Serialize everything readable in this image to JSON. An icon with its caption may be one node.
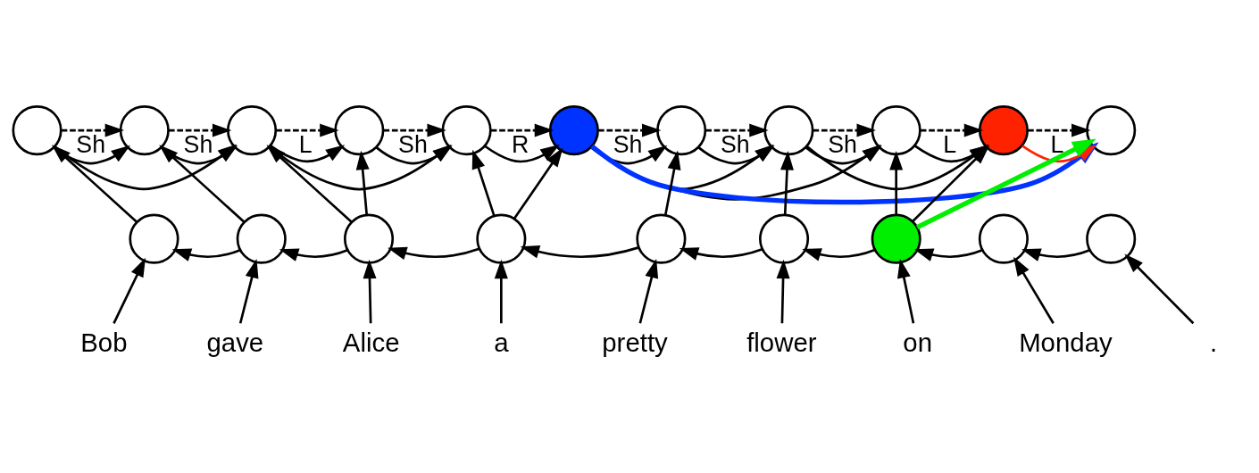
{
  "diagram": {
    "nodes": [
      {
        "text": [],
        "shape": "circle"
      },
      {
        "text": [],
        "shape": "circle"
      },
      {
        "text": [],
        "shape": "circle"
      },
      {
        "text": [],
        "shape": "circle"
      },
      {
        "text": [],
        "shape": "circle"
      },
      {
        "text": [],
        "shape": "circle"
      },
      {
        "text": [],
        "shape": "circle"
      },
      {
        "text": [],
        "shape": "circle"
      },
      {
        "text": [],
        "shape": "circle"
      },
      {
        "text": [],
        "shape": "circle"
      },
      {
        "text": [],
        "shape": "circle"
      },
      {
        "text": [],
        "shape": "circle"
      },
      {
        "text": [],
        "shape": "circle"
      },
      {
        "text": [],
        "shape": "circle"
      },
      {
        "text": [],
        "shape": "circle"
      },
      {
        "text": [],
        "shape": "circle"
      },
      {
        "text": [],
        "shape": "circle"
      },
      {
        "text": [],
        "shape": "circle"
      },
      {
        "text": [],
        "shape": "circle"
      },
      {
        "text": [],
        "shape": "circle"
      },
      {
        "text": [
          "Bob"
        ]
      },
      {
        "text": [
          "gave"
        ]
      },
      {
        "text": [
          "Alice"
        ]
      },
      {
        "text": [
          "a"
        ]
      },
      {
        "text": [
          "pretty"
        ]
      },
      {
        "text": [
          "flower"
        ]
      },
      {
        "text": [
          "on"
        ]
      },
      {
        "text": [
          "Monday"
        ]
      },
      {
        "text": [
          "."
        ]
      }
    ],
    "edges": [
      {
        "from": 0,
        "to": 1,
        "arrow": "to",
        "style": "dashed",
        "label": "Sh"
      },
      {
        "from": 1,
        "to": 2,
        "arrow": "to",
        "style": "dashed",
        "label": "Sh"
      },
      {
        "from": 2,
        "to": 3,
        "arrow": "to",
        "style": "dashed",
        "label": "L"
      },
      {
        "from": 3,
        "to": 4,
        "arrow": "to",
        "style": "dashed",
        "label": "Sh"
      },
      {
        "from": 4,
        "to": 5,
        "arrow": "to",
        "style": "dashed",
        "label": "R"
      },
      {
        "from": 5,
        "to": 6,
        "arrow": "to",
        "style": "dashed",
        "label": "Sh"
      },
      {
        "from": 6,
        "to": 7,
        "arrow": "to",
        "style": "dashed",
        "label": "Sh"
      },
      {
        "from": 7,
        "to": 8,
        "arrow": "to",
        "style": "dashed",
        "label": "Sh"
      },
      {
        "from": 8,
        "to": 9,
        "arrow": "to",
        "style": "dashed",
        "label": "L"
      },
      {
        "from": 9,
        "to": 10,
        "arrow": "to",
        "style": "dashed",
        "label": "L"
      },
      {
        "from": 0,
        "to": 1,
        "arrow": "to"
      },
      {
        "from": 1,
        "to": 2,
        "arrow": "to"
      },
      {
        "from": 2,
        "to": 3,
        "arrow": "to"
      },
      {
        "from": 3,
        "to": 4,
        "arrow": "to"
      },
      {
        "from": 4,
        "to": 5,
        "arrow": "to"
      },
      {
        "from": 5,
        "to": 6,
        "arrow": "to"
      },
      {
        "from": 6,
        "to": 7,
        "arrow": "to"
      },
      {
        "from": 7,
        "to": 8,
        "arrow": "to"
      },
      {
        "from": 8,
        "to": 9,
        "arrow": "to"
      },
      {
        "from": 9,
        "to": 10,
        "arrow": "to",
        "color": "#ff2200"
      },
      {
        "from": 0,
        "to": 2,
        "arrow": "to"
      },
      {
        "from": 2,
        "to": 4,
        "arrow": "to"
      },
      {
        "from": 5,
        "to": 7,
        "arrow": "to"
      },
      {
        "from": 5,
        "to": 8,
        "arrow": "to"
      },
      {
        "from": 7,
        "to": 9,
        "arrow": "to"
      },
      {
        "from": 5,
        "to": 10,
        "arrow": "to",
        "style": "thick",
        "color": "#0033ff"
      },
      {
        "from": 11,
        "to": 0,
        "arrow": "to"
      },
      {
        "from": 12,
        "to": 1,
        "arrow": "to"
      },
      {
        "from": 13,
        "to": 2,
        "arrow": "to"
      },
      {
        "from": 13,
        "to": 3,
        "arrow": "to"
      },
      {
        "from": 14,
        "to": 4,
        "arrow": "to"
      },
      {
        "from": 14,
        "to": 5,
        "arrow": "to"
      },
      {
        "from": 15,
        "to": 6,
        "arrow": "to"
      },
      {
        "from": 16,
        "to": 7,
        "arrow": "to"
      },
      {
        "from": 17,
        "to": 8,
        "arrow": "to"
      },
      {
        "from": 17,
        "to": 9,
        "arrow": "to"
      },
      {
        "from": 17,
        "to": 10,
        "arrow": "to",
        "style": "thick",
        "color": "#00ee00"
      },
      {
        "from": 12,
        "to": 11,
        "arrow": "to"
      },
      {
        "from": 13,
        "to": 12,
        "arrow": "to"
      },
      {
        "from": 14,
        "to": 13,
        "arrow": "to"
      },
      {
        "from": 15,
        "to": 14,
        "arrow": "to"
      },
      {
        "from": 16,
        "to": 15,
        "arrow": "to"
      },
      {
        "from": 17,
        "to": 16,
        "arrow": "to"
      },
      {
        "from": 18,
        "to": 17,
        "arrow": "to"
      },
      {
        "from": 19,
        "to": 18,
        "arrow": "to"
      },
      {
        "from": 20,
        "to": 11,
        "arrow": "to"
      },
      {
        "from": 21,
        "to": 12,
        "arrow": "to"
      },
      {
        "from": 22,
        "to": 13,
        "arrow": "to"
      },
      {
        "from": 23,
        "to": 14,
        "arrow": "to"
      },
      {
        "from": 24,
        "to": 15,
        "arrow": "to"
      },
      {
        "from": 25,
        "to": 16,
        "arrow": "to"
      },
      {
        "from": 26,
        "to": 17,
        "arrow": "to"
      },
      {
        "from": 27,
        "to": 18,
        "arrow": "to"
      },
      {
        "from": 28,
        "to": 19,
        "arrow": "to"
      }
    ]
  }
}
